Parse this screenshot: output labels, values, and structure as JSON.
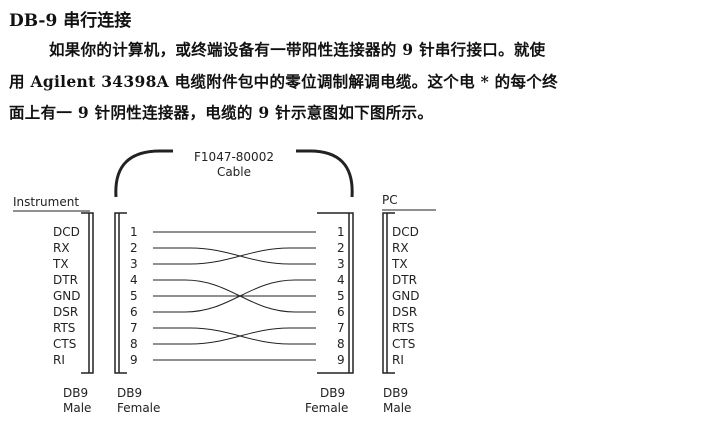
{
  "heading": "DB-9 串行连接",
  "paragraph": {
    "line1": "如果你的计算机，或终端设备有一带阳性连接器的 9 针串行接口。就使",
    "line2": "用 Agilent 34398A 电缆附件包中的零位调制解调电缆。这个电 * 的每个终",
    "line3": "面上有一 9 针阴性连接器，电缆的 9 针示意图如下图所示。"
  },
  "diagram": {
    "cable_part": "F1047-80002",
    "cable_label": "Cable",
    "instrument_label": "Instrument",
    "pc_label": "PC",
    "left_signals": [
      "DCD",
      "RX",
      "TX",
      "DTR",
      "GND",
      "DSR",
      "RTS",
      "CTS",
      "RI"
    ],
    "right_signals": [
      "DCD",
      "RX",
      "TX",
      "DTR",
      "GND",
      "DSR",
      "RTS",
      "CTS",
      "RI"
    ],
    "left_pins": [
      "1",
      "2",
      "3",
      "4",
      "5",
      "6",
      "7",
      "8",
      "9"
    ],
    "right_pins": [
      "1",
      "2",
      "3",
      "4",
      "5",
      "6",
      "7",
      "8",
      "9"
    ],
    "connector_left_outer": {
      "line1": "DB9",
      "line2": "Male"
    },
    "connector_left_inner": {
      "line1": "DB9",
      "line2": "Female"
    },
    "connector_right_inner": {
      "line1": "DB9",
      "line2": "Female"
    },
    "connector_right_outer": {
      "line1": "DB9",
      "line2": "Male"
    }
  }
}
